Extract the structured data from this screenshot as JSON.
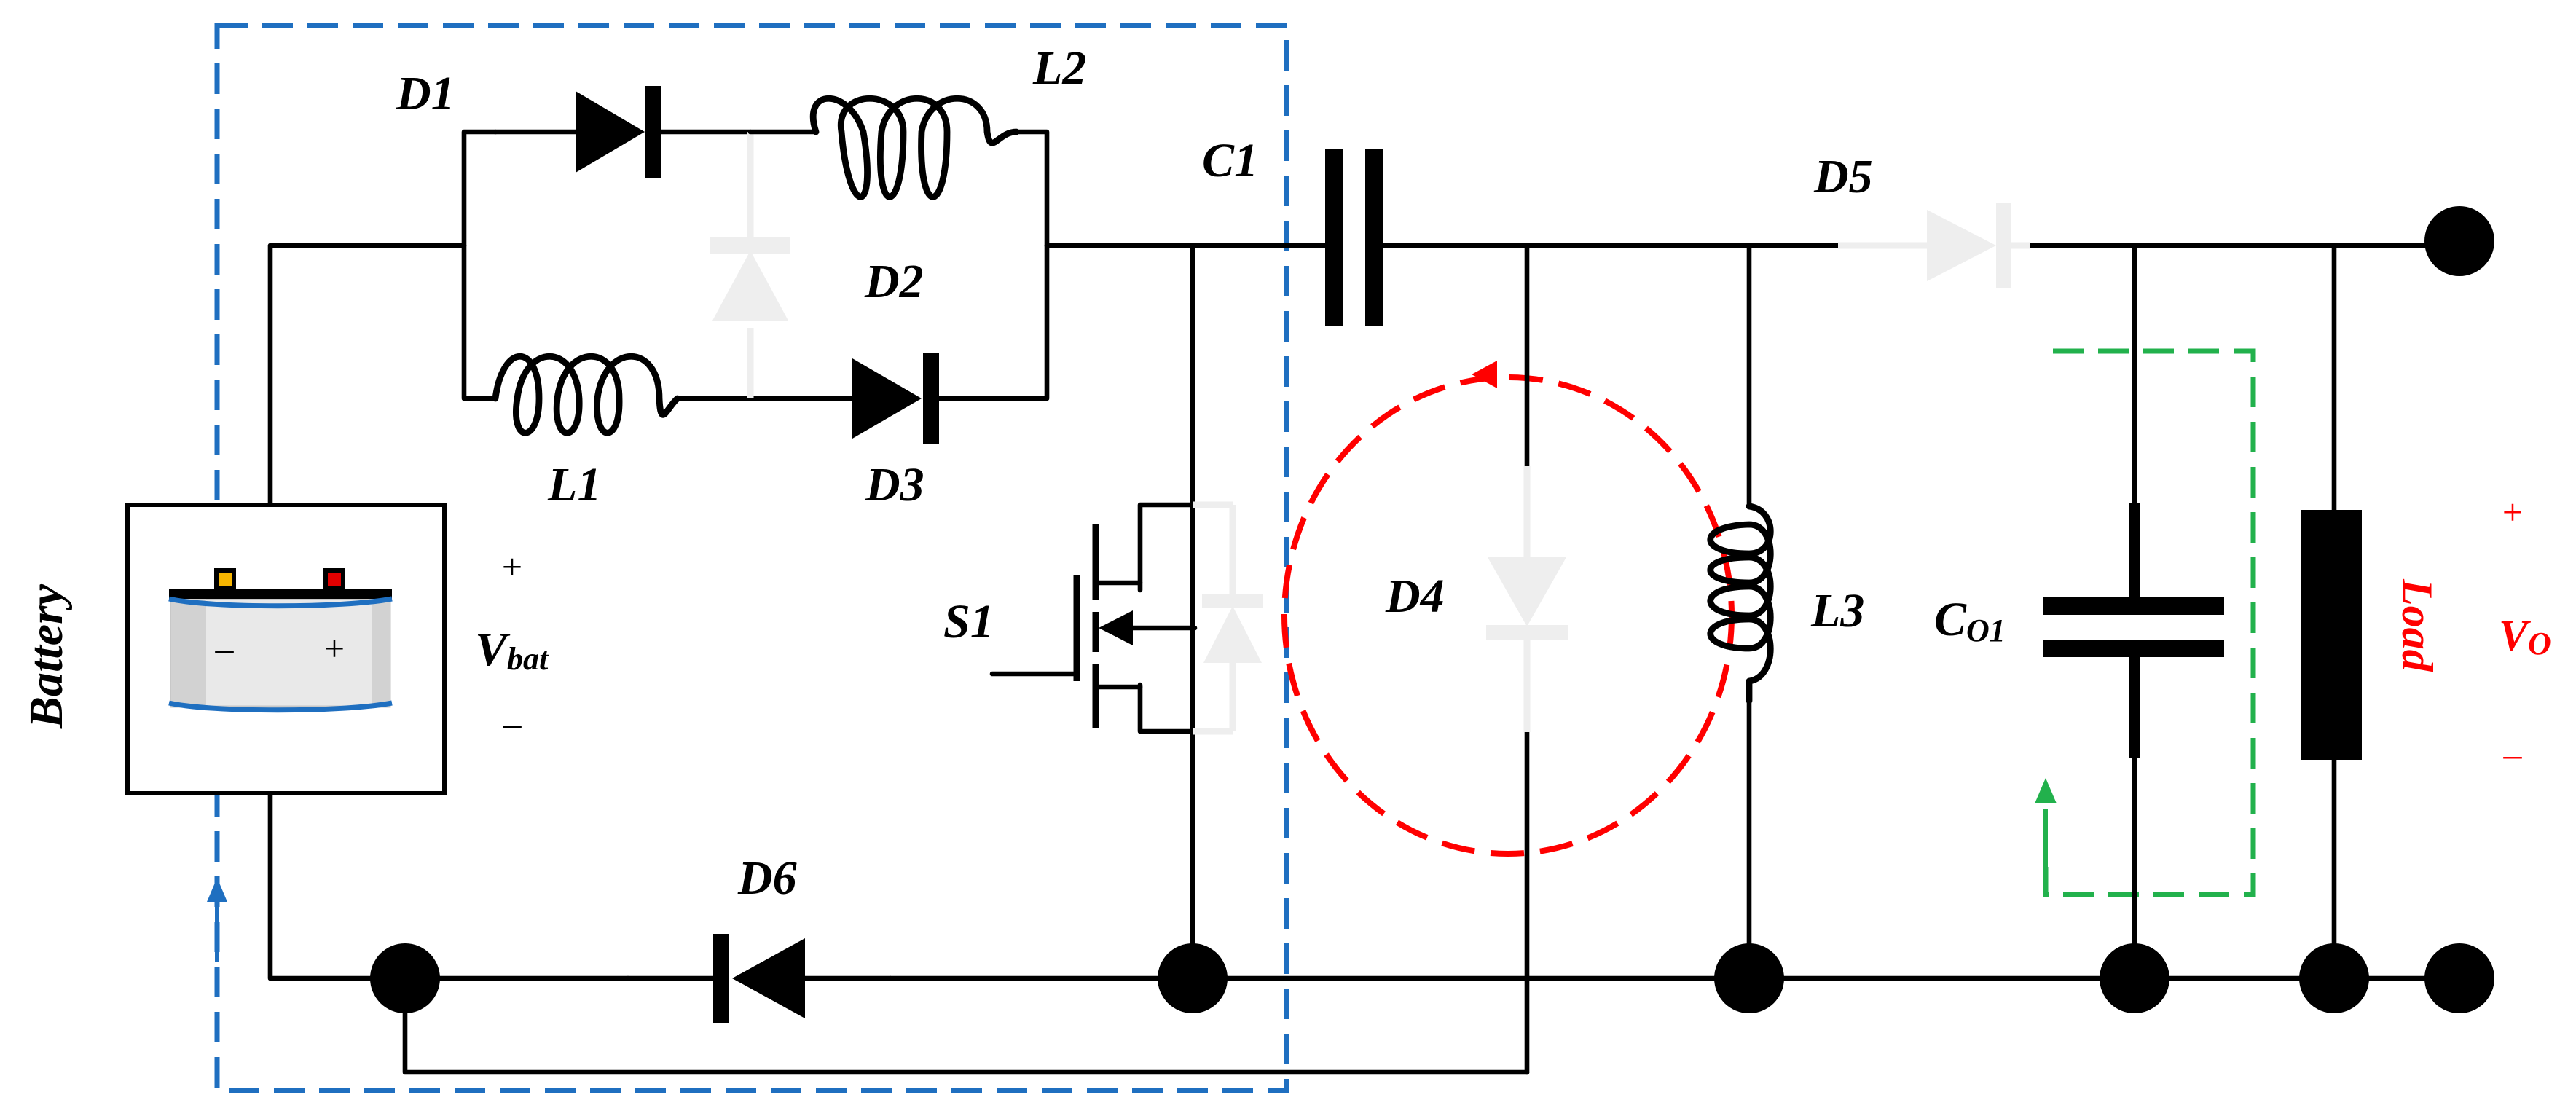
{
  "labels": {
    "d1": "D1",
    "d2": "D2",
    "d3": "D3",
    "d4": "D4",
    "d5": "D5",
    "d6": "D6",
    "l1": "L1",
    "l2": "L2",
    "l3": "L3",
    "c1": "C1",
    "co_main": "C",
    "co_sub": "O1",
    "s1": "S1",
    "battery": "Battery",
    "vbat_main": "V",
    "vbat_sub": "bat",
    "vbat_plus": "+",
    "vbat_minus": "–",
    "load": "Load",
    "vo_main": "V",
    "vo_sub": "O",
    "vo_plus": "+",
    "vo_minus": "–",
    "cell_minus": "–",
    "cell_plus": "+"
  },
  "colors": {
    "wire": "#000000",
    "inactive": "#eeeeee",
    "loop_battery": "#1f6fc0",
    "loop_d4": "#ff0000",
    "loop_output": "#22b14c",
    "output_label": "#ff0000"
  }
}
